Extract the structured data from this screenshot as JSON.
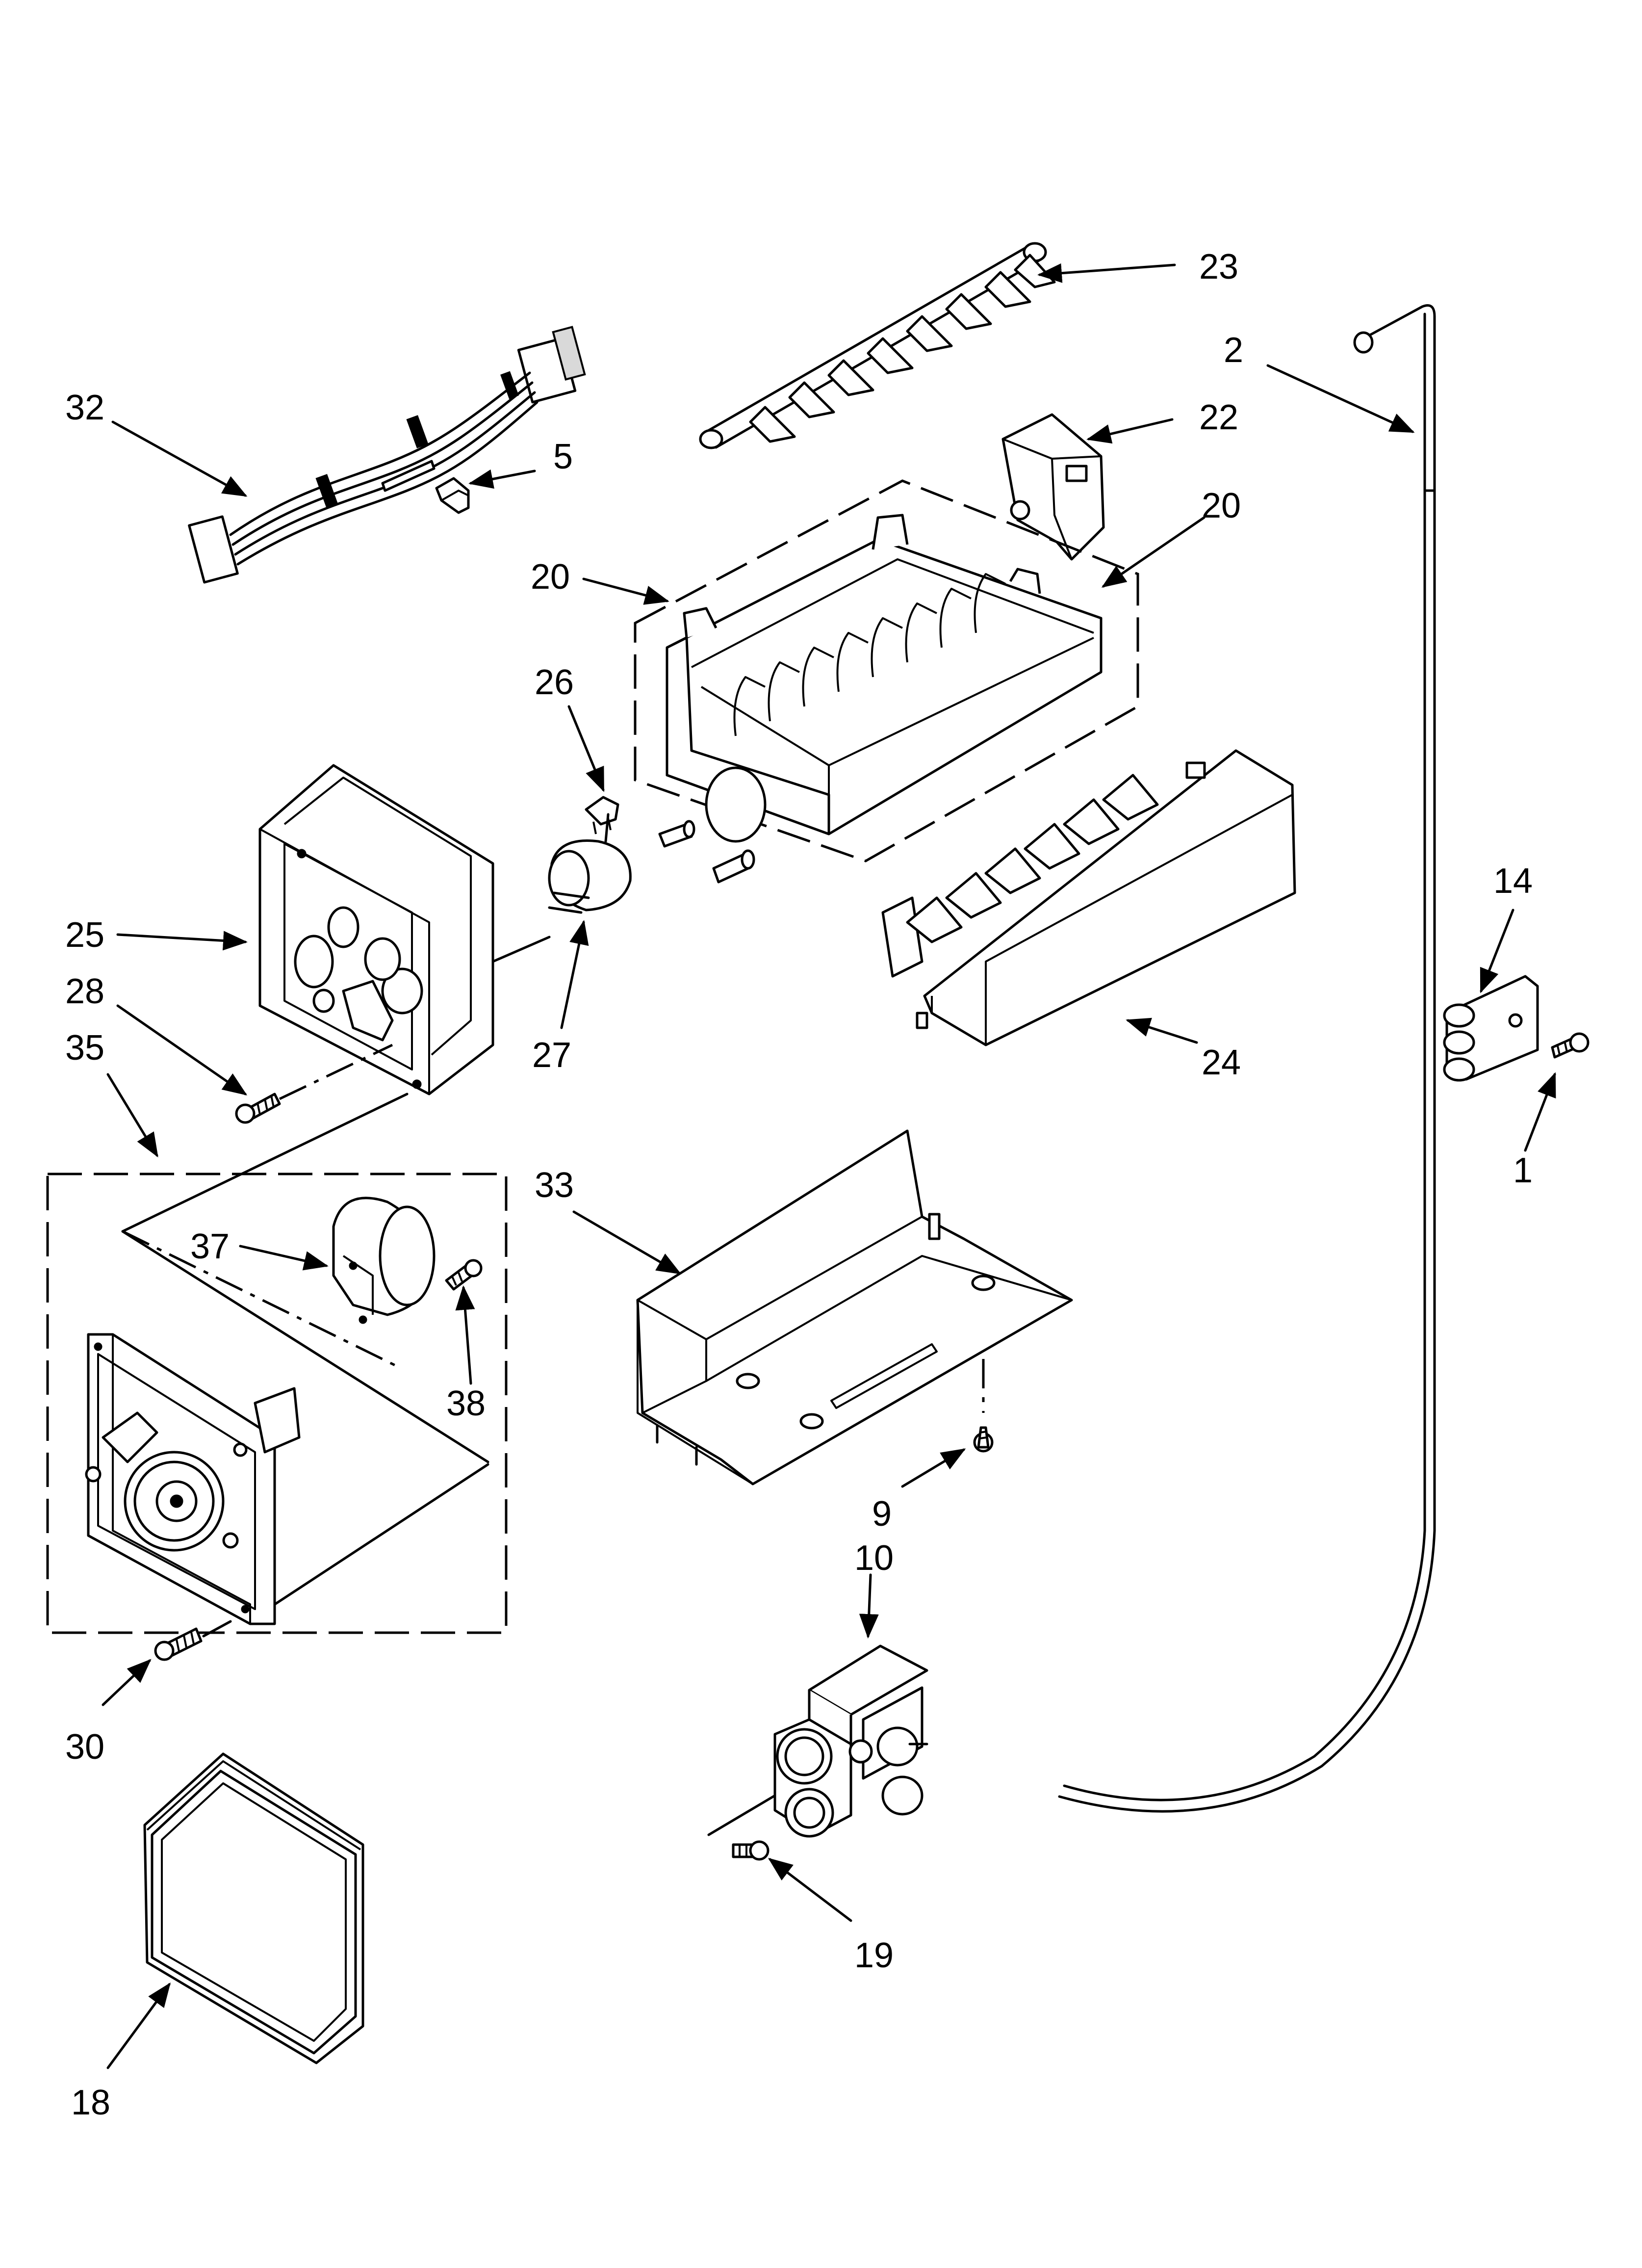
{
  "callouts": [
    {
      "id": "23",
      "text": "23"
    },
    {
      "id": "2",
      "text": "2"
    },
    {
      "id": "32",
      "text": "32"
    },
    {
      "id": "22",
      "text": "22"
    },
    {
      "id": "5",
      "text": "5"
    },
    {
      "id": "20a",
      "text": "20"
    },
    {
      "id": "20b",
      "text": "20"
    },
    {
      "id": "26",
      "text": "26"
    },
    {
      "id": "14",
      "text": "14"
    },
    {
      "id": "25",
      "text": "25"
    },
    {
      "id": "28",
      "text": "28"
    },
    {
      "id": "27",
      "text": "27"
    },
    {
      "id": "24",
      "text": "24"
    },
    {
      "id": "35",
      "text": "35"
    },
    {
      "id": "1",
      "text": "1"
    },
    {
      "id": "33",
      "text": "33"
    },
    {
      "id": "37",
      "text": "37"
    },
    {
      "id": "38",
      "text": "38"
    },
    {
      "id": "9",
      "text": "9"
    },
    {
      "id": "10",
      "text": "10"
    },
    {
      "id": "30",
      "text": "30"
    },
    {
      "id": "19",
      "text": "19"
    },
    {
      "id": "18",
      "text": "18"
    }
  ]
}
